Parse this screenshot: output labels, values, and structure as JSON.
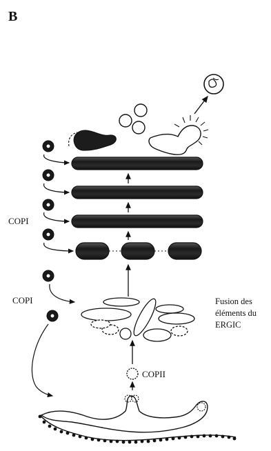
{
  "figure": {
    "panel_letter": "B",
    "labels": {
      "copi_upper": "COPI",
      "copi_lower": "COPI",
      "copii": "COPII",
      "fusion_line1": "Fusion des",
      "fusion_line2": "éléments du",
      "fusion_line3": "ERGIC"
    },
    "colors": {
      "ink": "#111111",
      "cisterna_fill": "#2a2a2a",
      "background": "#ffffff"
    }
  }
}
